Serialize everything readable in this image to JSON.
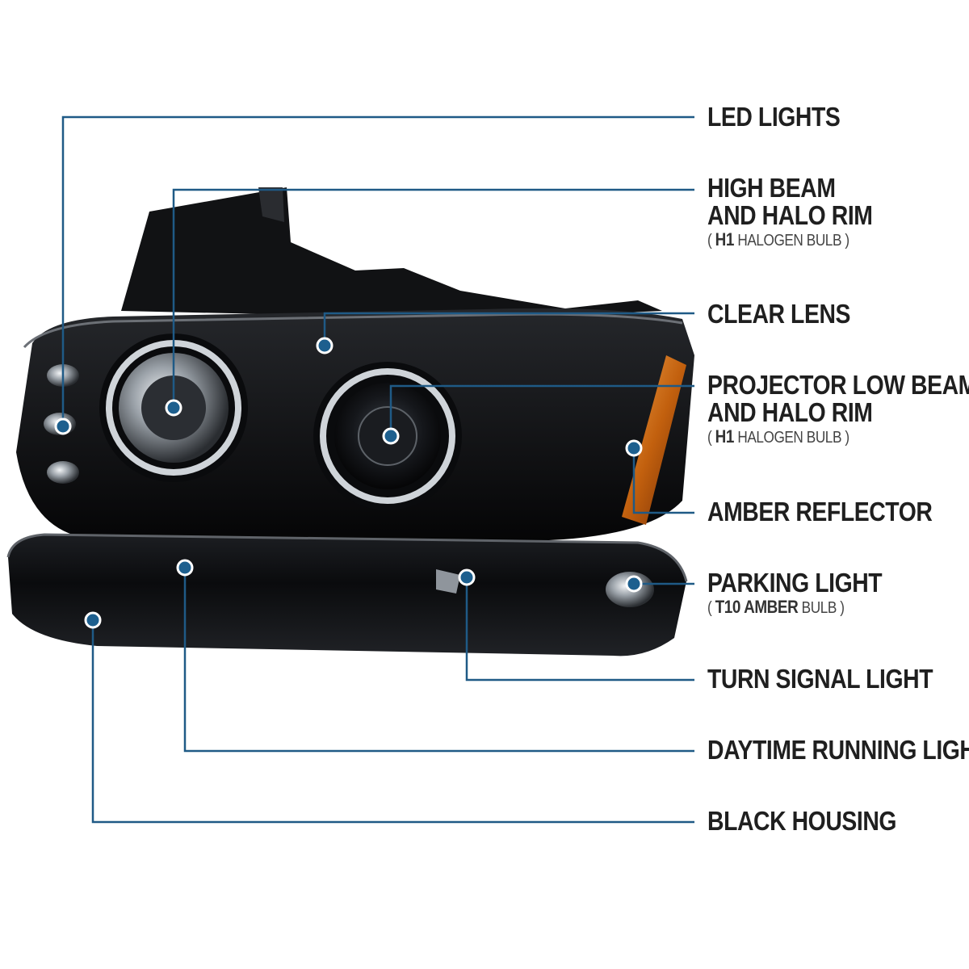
{
  "colors": {
    "leader": "#1f5a86",
    "dot": "#1d5f8e",
    "dot_outline": "#ffffff",
    "housing": "#0c0c0e",
    "amber": "#c2600e",
    "text": "#1f1f1f"
  },
  "callouts": [
    {
      "id": "led-lights",
      "lines": [
        "LED LIGHTS"
      ]
    },
    {
      "id": "high-beam",
      "lines": [
        "HIGH BEAM",
        "AND HALO RIM"
      ],
      "sub": {
        "open": "( ",
        "bold": "H1",
        "rest": " HALOGEN BULB )"
      }
    },
    {
      "id": "clear-lens",
      "lines": [
        "CLEAR LENS"
      ]
    },
    {
      "id": "projector-low-beam",
      "lines": [
        "PROJECTOR  LOW BEAM",
        "AND HALO RIM"
      ],
      "sub": {
        "open": "( ",
        "bold": "H1",
        "rest": " HALOGEN BULB )"
      }
    },
    {
      "id": "amber-reflector",
      "lines": [
        "AMBER REFLECTOR"
      ]
    },
    {
      "id": "parking-light",
      "lines": [
        "PARKING LIGHT"
      ],
      "sub": {
        "open": "( ",
        "bold": "T10 AMBER",
        "rest": " BULB )"
      }
    },
    {
      "id": "turn-signal-light",
      "lines": [
        "TURN SIGNAL LIGHT"
      ]
    },
    {
      "id": "daytime-running-light",
      "lines": [
        "DAYTIME RUNNING LIGHT"
      ]
    },
    {
      "id": "black-housing",
      "lines": [
        "BLACK HOUSING"
      ]
    }
  ]
}
